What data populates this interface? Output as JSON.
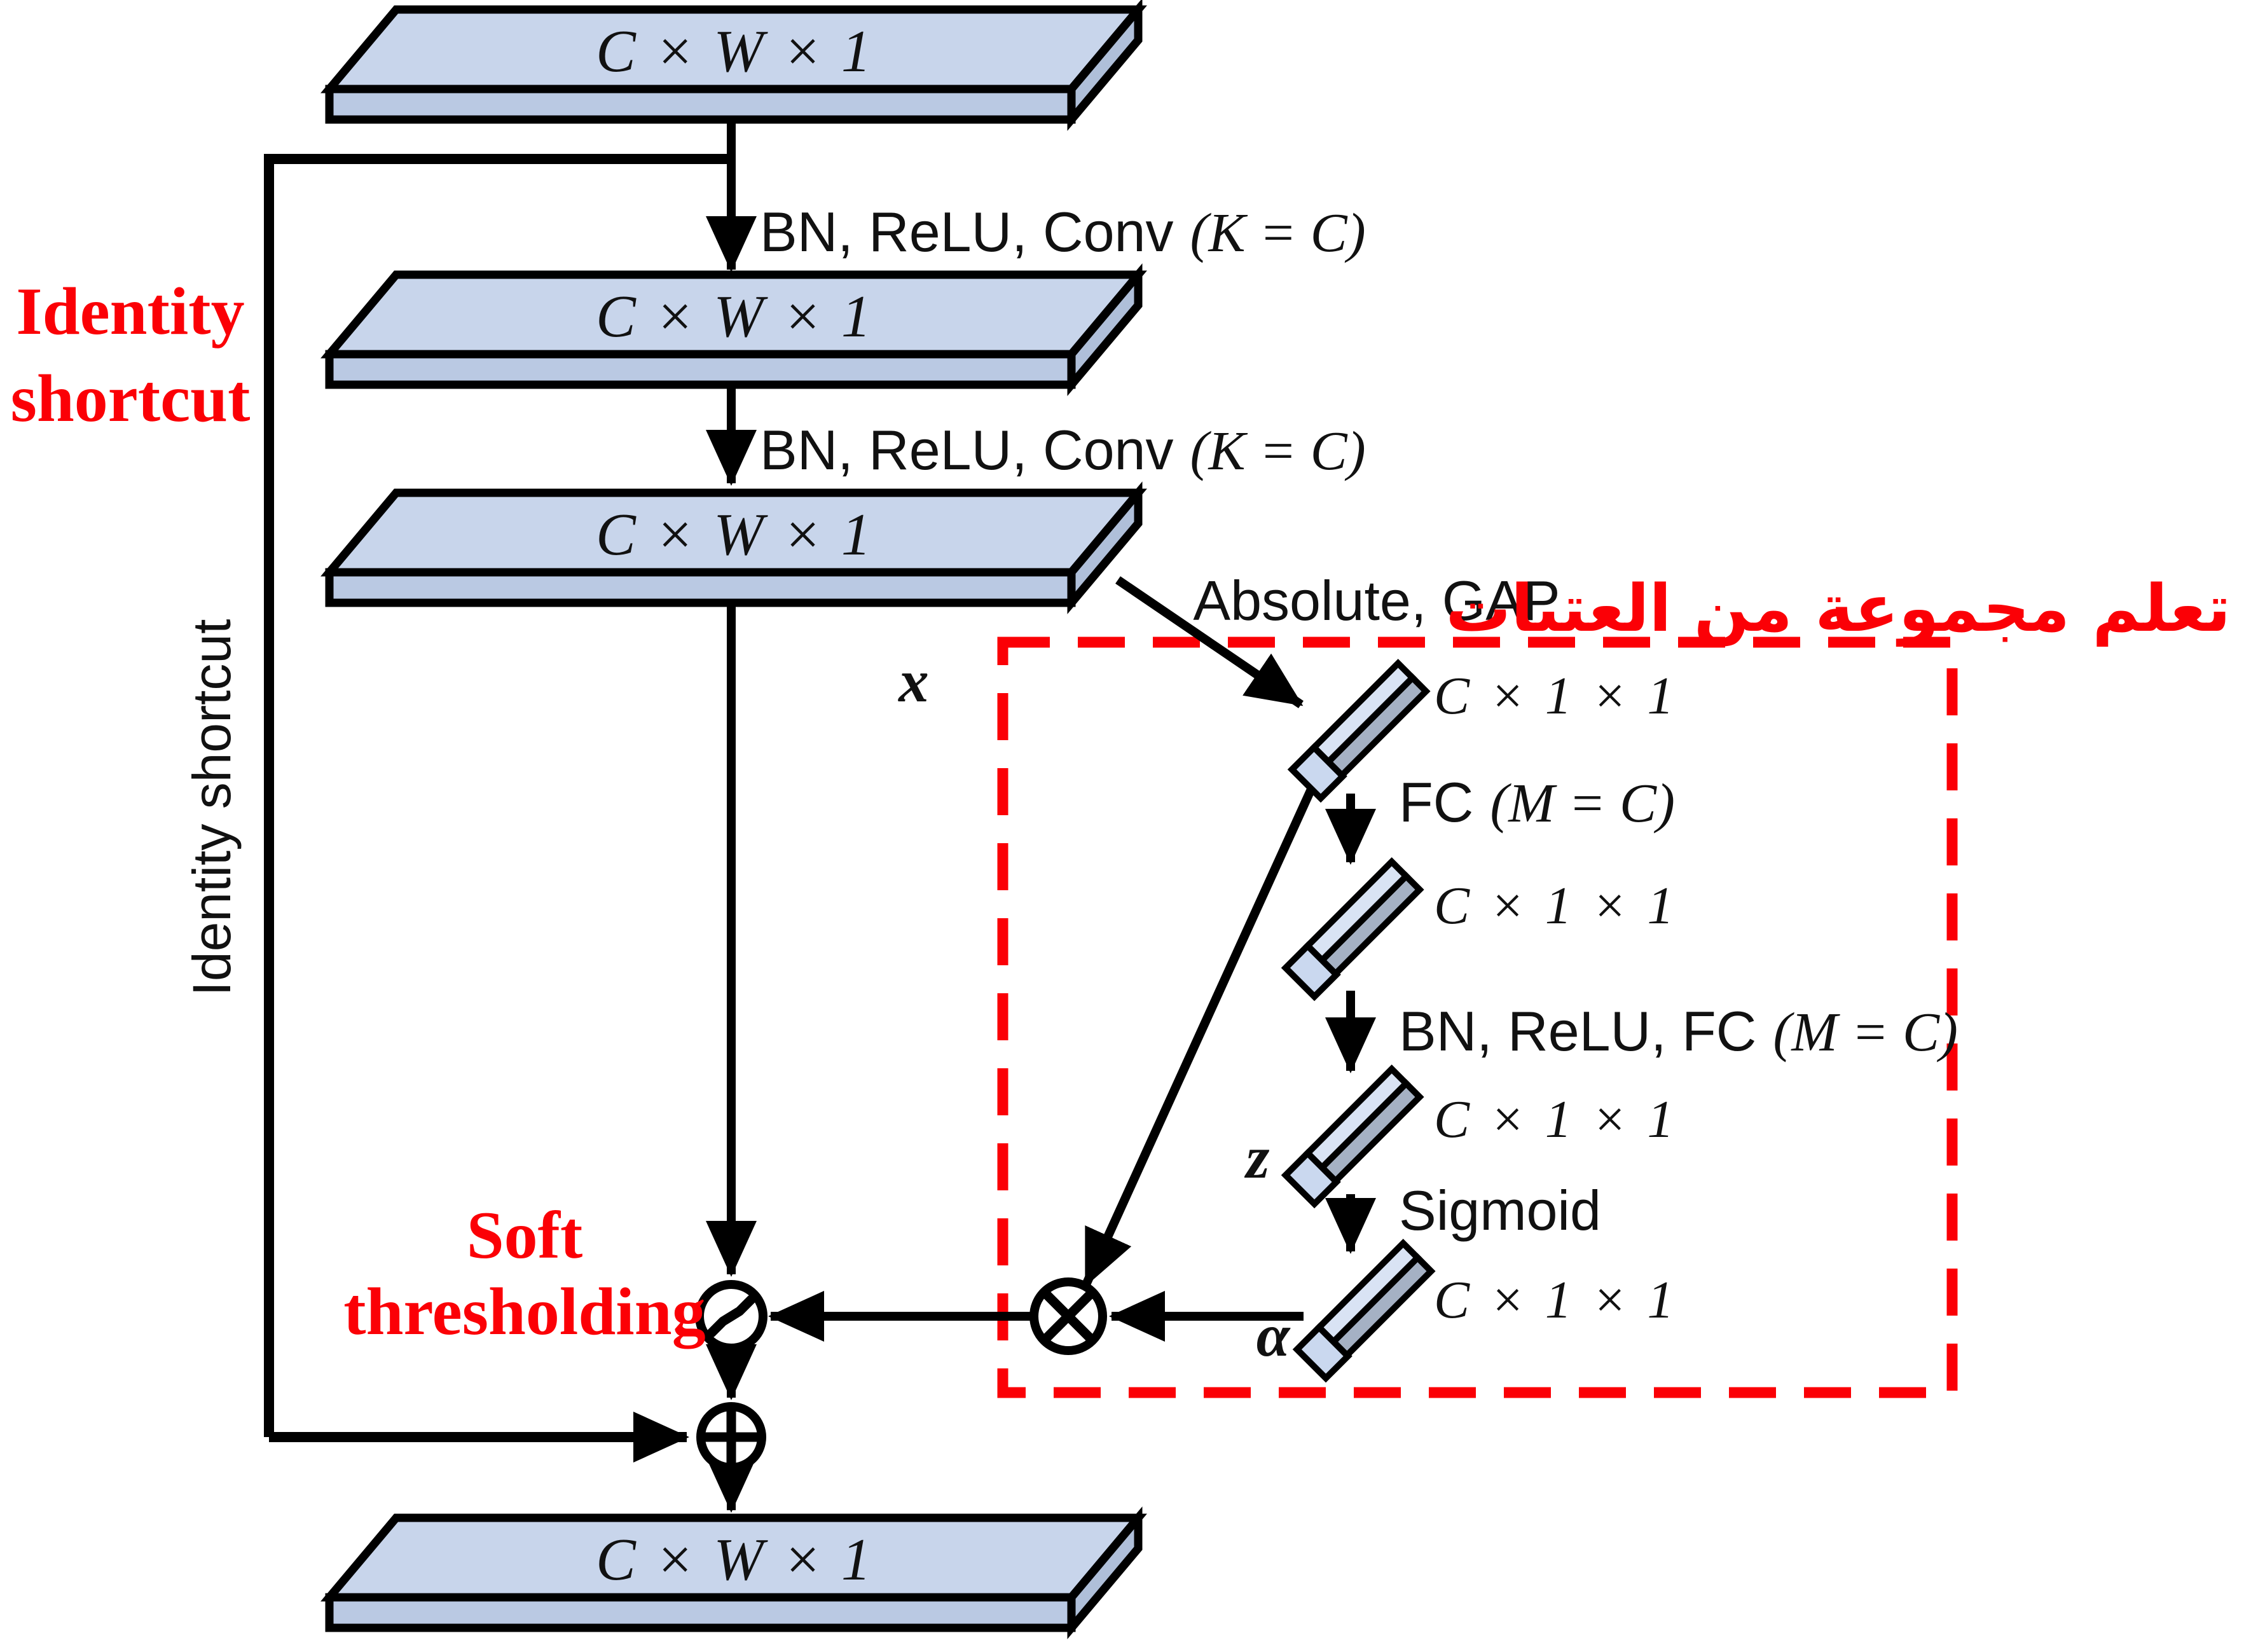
{
  "feature_maps": {
    "input": "C × W × 1",
    "after_conv1": "C × W × 1",
    "after_conv2": "C × W × 1",
    "output": "C × W × 1"
  },
  "vectors": {
    "after_gap": "C × 1 × 1",
    "after_fc1": "C × 1 × 1",
    "after_fc2": "C × 1 × 1",
    "thresholds": "C × 1 × 1"
  },
  "op_labels": {
    "conv1": {
      "text": "BN, ReLU, Conv",
      "math": "(K = C)"
    },
    "conv2": {
      "text": "BN, ReLU, Conv",
      "math": "(K = C)"
    },
    "absolute_gap": "Absolute, GAP",
    "fc1": {
      "text": "FC",
      "math": "(M = C)"
    },
    "fc2": {
      "text": "BN, ReLU, FC",
      "math": "(M = C)"
    },
    "sigmoid": "Sigmoid"
  },
  "variables": {
    "x": "x",
    "z": "z",
    "alpha": "α"
  },
  "annotations": {
    "identity_shortcut": {
      "line1": "Identity",
      "line2": "shortcut"
    },
    "identity_shortcut_vertical": "Identity shortcut",
    "soft_thresholding": {
      "line1": "Soft",
      "line2": "thresholding"
    },
    "threshold_box_title_arabic": "تعلم مجموعة من العتبات"
  },
  "operators": {
    "multiply": "elementwise-multiply",
    "add": "elementwise-add",
    "soft_threshold": "soft-threshold"
  },
  "colors": {
    "slab_top": "#c8d5eb",
    "slab_front": "#bac9e3",
    "slab_side": "#afbfd9",
    "bar_face": "#d9e3f4",
    "bar_side": "#a5b1c4",
    "bar_cap": "#cad8ef",
    "line": "#000000",
    "red": "#fb0006"
  }
}
